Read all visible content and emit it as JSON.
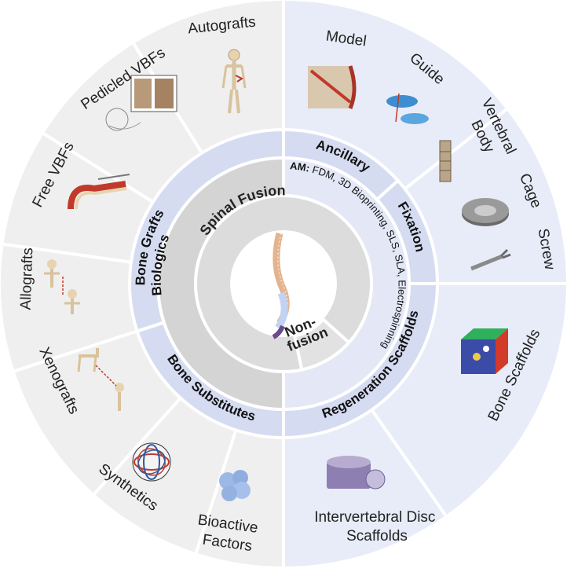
{
  "colors": {
    "outer_grey": "#efefef",
    "outer_blue": "#e8ecf8",
    "band_grey": "#e4e4e4",
    "band_blue": "#d5dcf1",
    "ring_grey": "#d4d4d4",
    "ring_blue": "#e3e7f6",
    "core": "#dcdcdc",
    "divider": "#ffffff"
  },
  "outer_segments": [
    {
      "label_lines": [
        "Autografts"
      ]
    },
    {
      "label_lines": [
        "Pedicled VBFs"
      ]
    },
    {
      "label_lines": [
        "Free VBFs"
      ]
    },
    {
      "label_lines": [
        "Allografts"
      ]
    },
    {
      "label_lines": [
        "Xenografts"
      ]
    },
    {
      "label_lines": [
        "Synthetics"
      ]
    },
    {
      "label_lines": [
        "Bioactive",
        "Factors"
      ]
    },
    {
      "label_lines": [
        "Intervertebral Disc",
        "Scaffolds"
      ]
    },
    {
      "label_lines": [
        "Bone Scaffolds"
      ]
    },
    {
      "label_lines": [
        "Vertebral",
        "Body"
      ]
    },
    {
      "label_lines": [
        "Cage"
      ]
    },
    {
      "label_lines": [
        "Screw"
      ]
    },
    {
      "label_lines": [
        "Model"
      ]
    },
    {
      "label_lines": [
        "Guide"
      ]
    }
  ],
  "bands": {
    "bone_grafts": "Bone Grafts",
    "bone_substitutes": "Bone Substitutes",
    "ancillary": "Ancillary",
    "fixation": "Fixation",
    "regeneration_scaffolds": "Regeneration Scaffolds"
  },
  "ring": {
    "biologics": "Biologics",
    "am_prefix": "AM:",
    "am_methods": " FDM, 3D Bioprinting, SLS, SLA, Electrospinning"
  },
  "core": {
    "spinal_fusion": "Spinal Fusion",
    "non_fusion_lines": [
      "Non-",
      "fusion"
    ]
  }
}
